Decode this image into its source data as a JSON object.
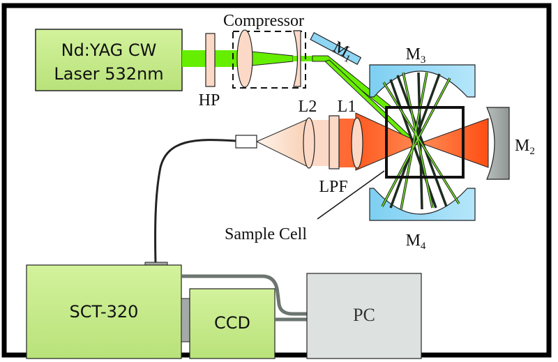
{
  "labels": {
    "laser_line1": "Nd:YAG CW",
    "laser_line2": "Laser 532nm",
    "hp": "HP",
    "compressor": "Compressor",
    "m1_main": "M",
    "m1_sub": "1",
    "m2_main": "M",
    "m2_sub": "2",
    "m3_main": "M",
    "m3_sub": "3",
    "m4_main": "M",
    "m4_sub": "4",
    "l1": "L1",
    "l2": "L2",
    "lpf": "LPF",
    "sample_cell": "Sample Cell",
    "spectrometer": "SCT-320",
    "ccd": "CCD",
    "pc": "PC"
  },
  "colors": {
    "laser_box": "#c9ee8e",
    "green_beam": "#66ee00",
    "lens": "#fbd9c6",
    "red_beam": "#ff5a1f",
    "mirror_blue": "#8fd6f5",
    "mirror_grey": "#a4aaa7",
    "pc_box": "#dde2e0",
    "cable": "#6c7570"
  }
}
